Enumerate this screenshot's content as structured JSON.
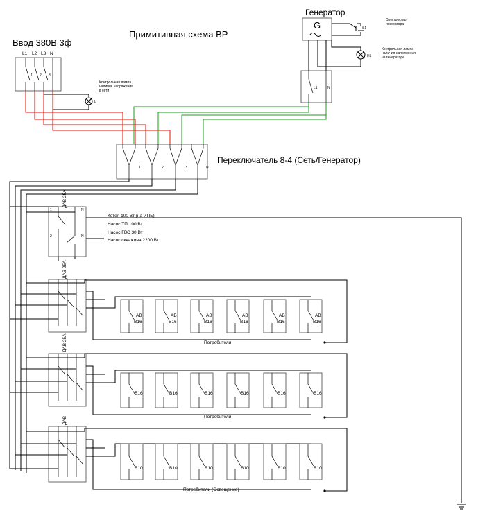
{
  "title": "Примитивная схема ВР",
  "input": {
    "label": "Ввод 380В 3ф",
    "phases": [
      "L1",
      "L2",
      "L3",
      "N"
    ],
    "pole_numbers": [
      "1",
      "2",
      "3"
    ],
    "lamp_label": "Контрольная лампа наличия напряжения в сети",
    "lamp_id": "L"
  },
  "generator": {
    "label": "Генератор",
    "symbol": "G",
    "starter_label": "Электростарт генератора",
    "starter_id": "S1",
    "lamp_label": "Контрольная лампа наличия напряжения на генераторе",
    "lamp_id": "H1",
    "breaker_labels": [
      "L1",
      "N"
    ]
  },
  "switch": {
    "label": "Переключатель 8-4 (Сеть/Генератор)",
    "pole_numbers": [
      "1",
      "2",
      "3",
      "N"
    ]
  },
  "dav1": {
    "label": "ДАВ 25А",
    "loads": [
      "Котел 100 Вт (на ИПБ)",
      "Насос ТП 100 Вт",
      "Насос ГВС 30 Вт",
      "Насос скважина 2200 Вт"
    ]
  },
  "dav2": {
    "label": "ДАВ 25А",
    "breaker_name": "АВ",
    "breaker_rating": "B16",
    "group_label": "Потребители"
  },
  "dav3": {
    "label": "ДАВ 25А",
    "breaker_rating": "B16",
    "group_label": "Потребители"
  },
  "dav4": {
    "label": "ДАВ",
    "breaker_rating": "B10",
    "group_label": "Потребители (Освещение)"
  }
}
